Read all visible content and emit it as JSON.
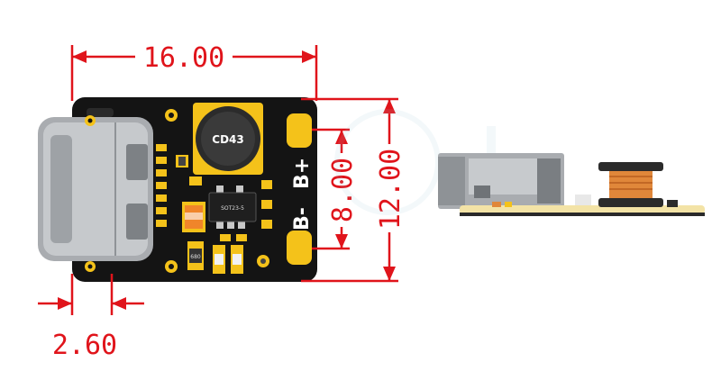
{
  "top_view": {
    "dimensions": {
      "width": "16.00",
      "height": "12.00",
      "pad_pitch": "8.00",
      "connector_offset": "2.60"
    },
    "labels": {
      "inductor": "CD43",
      "ic": "SOT23-5",
      "battery_plus": "B+",
      "battery_minus": "B-",
      "cap": "680"
    }
  },
  "colors": {
    "pcb": "#141414",
    "pad": "#f4c21a",
    "dimension": "#e0141b",
    "connector": "#a9acb0",
    "side_pcb": "#f3e3a6",
    "coil": "#e0873a"
  }
}
